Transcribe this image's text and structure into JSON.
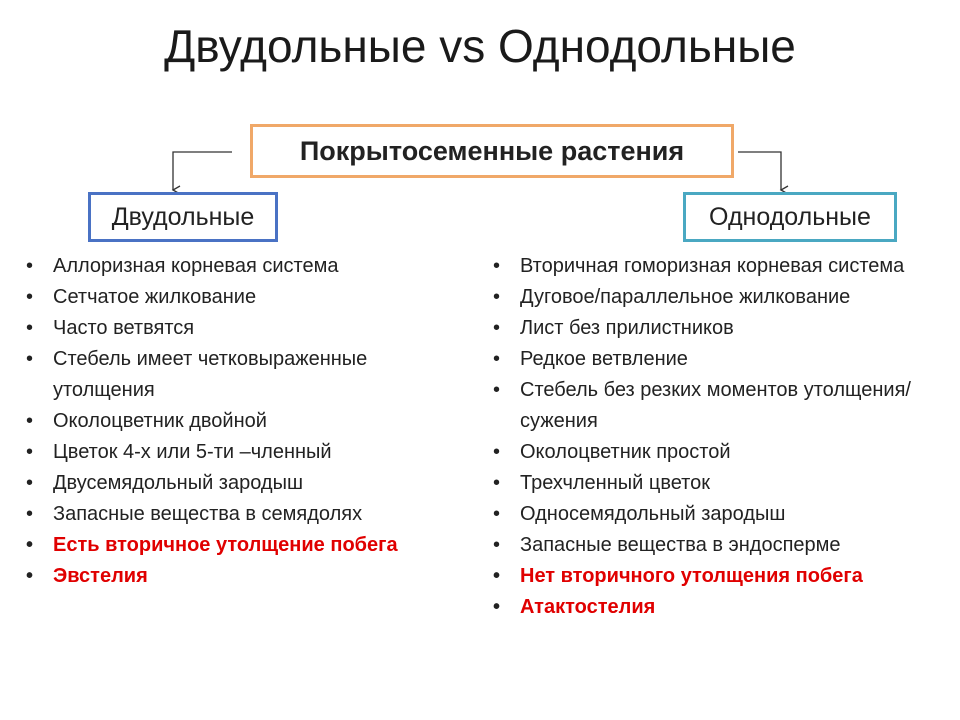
{
  "title": "Двудольные vs Однодольные",
  "root": {
    "label": "Покрытосеменные растения"
  },
  "dicot": {
    "label": "Двудольные",
    "traits": [
      {
        "text": "Аллоризная корневая система",
        "highlight": false
      },
      {
        "text": "Сетчатое жилкование",
        "highlight": false
      },
      {
        "text": "Часто ветвятся",
        "highlight": false
      },
      {
        "text": "Стебель имеет четковыраженные утолщения",
        "highlight": false
      },
      {
        "text": "Околоцветник двойной",
        "highlight": false
      },
      {
        "text": "Цветок 4-х или 5-ти –членный",
        "highlight": false
      },
      {
        "text": "Двусемядольный зародыш",
        "highlight": false
      },
      {
        "text": "Запасные вещества в семядолях",
        "highlight": false
      },
      {
        "text": "Есть вторичное утолщение побега",
        "highlight": true
      },
      {
        "text": "Эвстелия",
        "highlight": true
      }
    ]
  },
  "monocot": {
    "label": "Однодольные",
    "traits": [
      {
        "text": "Вторичная гоморизная корневая система",
        "highlight": false
      },
      {
        "text": "Дуговое/параллельное жилкование",
        "highlight": false
      },
      {
        "text": "Лист без прилистников",
        "highlight": false
      },
      {
        "text": "Редкое ветвление",
        "highlight": false
      },
      {
        "text": "Стебель без резких  моментов утолщения/сужения",
        "highlight": false
      },
      {
        "text": "Околоцветник простой",
        "highlight": false
      },
      {
        "text": "Трехчленный цветок",
        "highlight": false
      },
      {
        "text": "Односемядольный зародыш",
        "highlight": false
      },
      {
        "text": "Запасные вещества в эндосперме",
        "highlight": false
      },
      {
        "text": "Нет вторичного утолщения побега",
        "highlight": true
      },
      {
        "text": "Атактостелия",
        "highlight": true
      }
    ]
  },
  "colors": {
    "root_border": "#f0a868",
    "dicot_border": "#4a72c4",
    "monocot_border": "#4aa8c2",
    "highlight_text": "#e00000"
  }
}
